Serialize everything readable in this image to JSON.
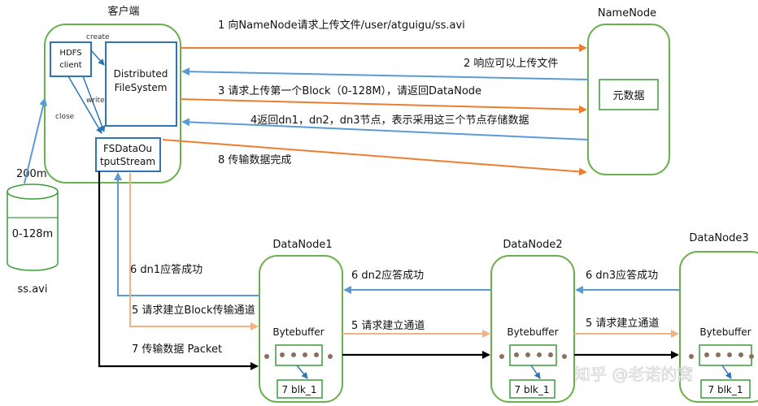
{
  "client": {
    "title": "客户端",
    "hdfs_client": [
      "HDFS",
      "client"
    ],
    "dfs": [
      "Distributed",
      "FileSystem"
    ],
    "fsdos": [
      "FSDataOu",
      "tputStream"
    ],
    "create_label": "create",
    "write_label": "write",
    "close_label": "close"
  },
  "disk": {
    "size_label": "200m",
    "range_label": "0-128m",
    "file_label": "ss.avi"
  },
  "namenode": {
    "title": "NameNode",
    "meta_label": "元数据"
  },
  "datanodes": [
    {
      "title": "DataNode1",
      "buffer": "Bytebuffer",
      "block": "7 blk_1"
    },
    {
      "title": "DataNode2",
      "buffer": "Bytebuffer",
      "block": "7 blk_1"
    },
    {
      "title": "DataNode3",
      "buffer": "Bytebuffer",
      "block": "7 blk_1"
    }
  ],
  "steps": {
    "s1": "1 向NameNode请求上传文件/user/atguigu/ss.avi",
    "s2": "2 响应可以上传文件",
    "s3": "3 请求上传第一个Block（0-128M），请返回DataNode",
    "s4": "4返回dn1，dn2，dn3节点，表示采用这三个节点存储数据",
    "s8": "8 传输数据完成",
    "s6_dn1": "6 dn1应答成功",
    "s5_dn1": "5 请求建立Block传输通道",
    "s7": "7 传输数据 Packet",
    "s6_dn2": "6 dn2应答成功",
    "s5_dn2": "5 请求建立通道",
    "s6_dn3": "6 dn3应答成功",
    "s5_dn3": "5 请求建立通道"
  },
  "watermark": "知乎 @老诺的窝",
  "colors": {
    "node_border": "#6ab04c",
    "inner_border": "#2e75b6",
    "request_arrow": "#ed7d31",
    "response_arrow": "#5b9bd5",
    "light_arrow": "#f4b183",
    "data_arrow": "#000000"
  }
}
